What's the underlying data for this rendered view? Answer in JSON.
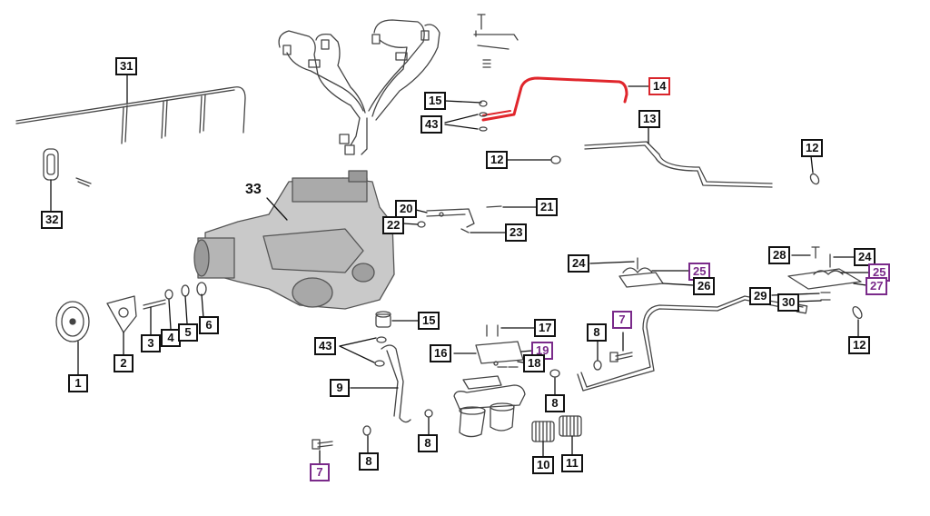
{
  "diagram": {
    "plain_label": "33",
    "callouts": {
      "c31": "31",
      "c32": "32",
      "c15a": "15",
      "c43a": "43",
      "c14": "14",
      "c13": "13",
      "c12a": "12",
      "c12b": "12",
      "c20": "20",
      "c22": "22",
      "c21": "21",
      "c23": "23",
      "c24a": "24",
      "c25a": "25",
      "c26": "26",
      "c28": "28",
      "c24b": "24",
      "c25b": "25",
      "c27": "27",
      "c29": "29",
      "c30": "30",
      "c12c": "12",
      "c1": "1",
      "c2": "2",
      "c3": "3",
      "c4": "4",
      "c5": "5",
      "c6": "6",
      "c15b": "15",
      "c43b": "43",
      "c17": "17",
      "c16": "16",
      "c19": "19",
      "c18": "18",
      "c8a": "8",
      "c7a": "7",
      "c9": "9",
      "c8b": "8",
      "c8c": "8",
      "c7b": "7",
      "c8d": "8",
      "c10": "10",
      "c11": "11"
    },
    "highlight_color": "#e0262c",
    "secondary_color": "#7a2a8a"
  }
}
